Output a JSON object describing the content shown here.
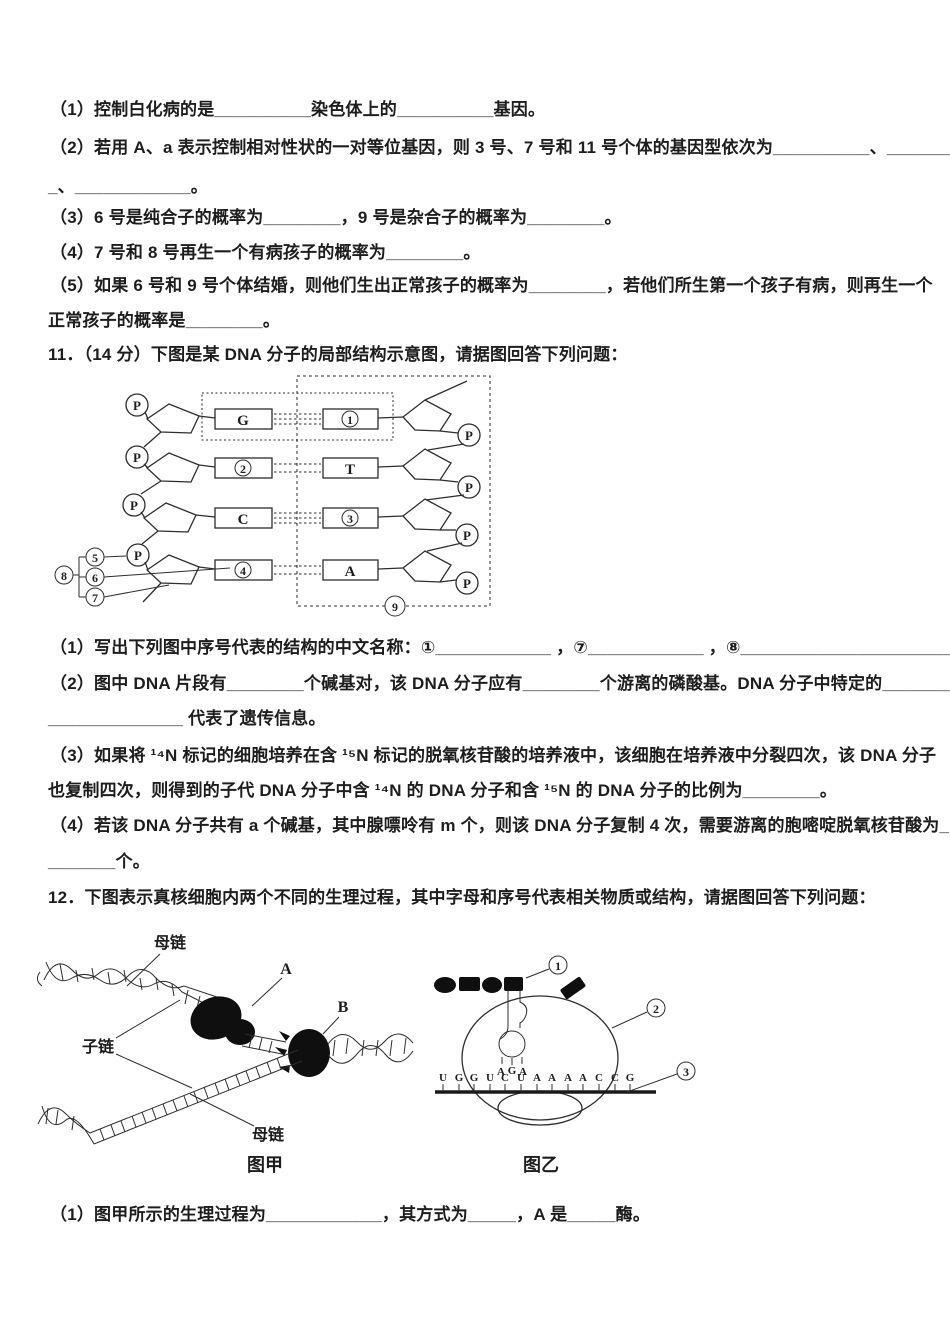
{
  "colors": {
    "paper": "#ffffff",
    "ink": "#1d1d1d"
  },
  "q10": {
    "p1": "（1）控制白化病的是__________染色体上的__________基因。",
    "p2": "（2）若用 A、a 表示控制相对性状的一对等位基因，则 3 号、7 号和 11 号个体的基因型依次为__________、________",
    "p2b": "_、____________。",
    "p3": "（3）6 号是纯合子的概率为________，9 号是杂合子的概率为________。",
    "p4": "（4）7 号和 8 号再生一个有病孩子的概率为________。",
    "p5": "（5）如果 6 号和 9 号个体结婚，则他们生出正常孩子的概率为________，若他们所生第一个孩子有病，则再生一个",
    "p5b": "正常孩子的概率是________。"
  },
  "q11": {
    "stem": "11．（14 分）下图是某 DNA 分子的局部结构示意图，请据图回答下列问题：",
    "diagram": {
      "p_label": "P",
      "bases_left": [
        "G",
        "2",
        "C",
        "4"
      ],
      "bases_right": [
        "1",
        "T",
        "3",
        "A"
      ],
      "side_numbers": [
        "5",
        "6",
        "7",
        "8",
        "9"
      ]
    },
    "p1": "（1）写出下列图中序号代表的结构的中文名称：①____________ ，⑦____________ ，⑧______________________。",
    "p2": "（2）图中 DNA 片段有________个碱基对，该 DNA 分子应有________个游离的磷酸基。DNA 分子中特定的__________",
    "p2b": "______________ 代表了遗传信息。",
    "p3": "（3）如果将 ¹⁴N 标记的细胞培养在含 ¹⁵N 标记的脱氧核苷酸的培养液中，该细胞在培养液中分裂四次，该 DNA 分子",
    "p3b": "也复制四次，则得到的子代 DNA 分子中含 ¹⁴N 的 DNA 分子和含 ¹⁵N 的 DNA 分子的比例为________。",
    "p4": "（4）若该 DNA 分子共有 a 个碱基，其中腺嘌呤有 m 个，则该 DNA 分子复制 4 次，需要游离的胞嘧啶脱氧核苷酸为_",
    "p4b": "_______个。"
  },
  "q12": {
    "stem": "12．下图表示真核细胞内两个不同的生理过程，其中字母和序号代表相关物质或结构，请据图回答下列问题：",
    "fig_jia": {
      "caption": "图甲",
      "mother_top": "母链",
      "daughter": "子链",
      "mother_bottom": "母链",
      "enzyme_a": "A",
      "enzyme_b": "B"
    },
    "fig_yi": {
      "caption": "图乙",
      "num1": "1",
      "num2": "2",
      "num3": "3",
      "anticodon": [
        "A",
        "G",
        "A"
      ],
      "mrna": [
        "U",
        "G",
        "G",
        "U",
        "C",
        "U",
        "A",
        "A",
        "A",
        "A",
        "C",
        "C",
        "G"
      ]
    },
    "p1": "（1）图甲所示的生理过程为____________，其方式为_____，A 是_____酶。"
  }
}
